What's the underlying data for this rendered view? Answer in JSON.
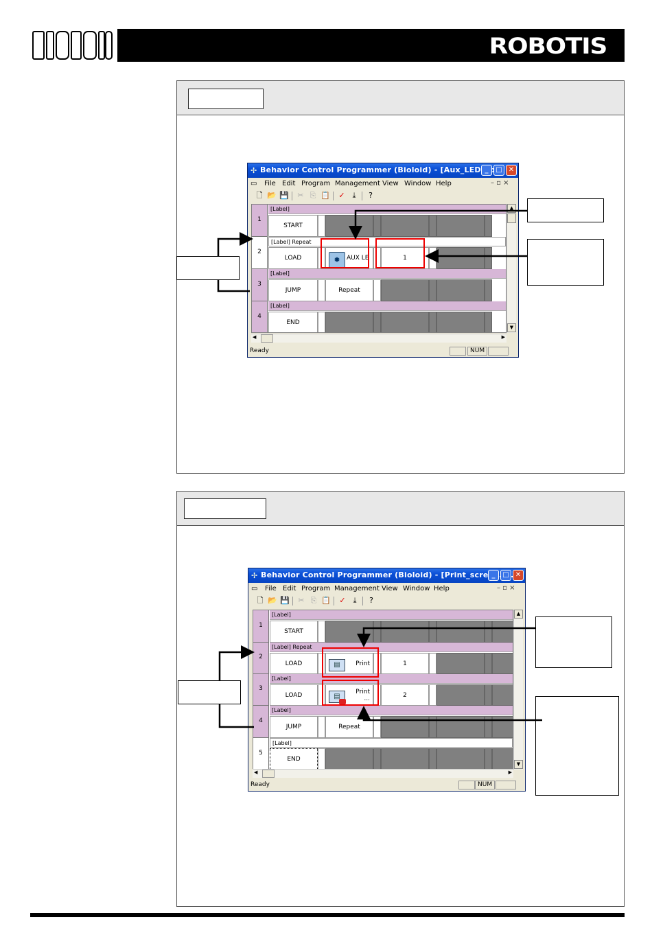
{
  "header": {
    "product_logo": "BIOLOID",
    "brand": "ROBOTIS"
  },
  "example1": {
    "window": {
      "title": "Behavior Control Programmer (Bioloid) - [Aux_LED.bpg]",
      "menu": [
        "File",
        "Edit",
        "Program",
        "Management",
        "View",
        "Window",
        "Help"
      ],
      "status": "Ready",
      "status_num": "NUM",
      "rows": [
        {
          "num": "1",
          "label": "[Label]",
          "command": "START"
        },
        {
          "num": "2",
          "label": "[Label]  Repeat",
          "command": "LOAD",
          "param1": "AUX LE",
          "param2": "1"
        },
        {
          "num": "3",
          "label": "[Label]",
          "command": "JUMP",
          "param1": "Repeat"
        },
        {
          "num": "4",
          "label": "[Label]",
          "command": "END"
        }
      ]
    }
  },
  "example2": {
    "window": {
      "title": "Behavior Control Programmer (Bioloid) - [Print_screen.b...",
      "menu": [
        "File",
        "Edit",
        "Program",
        "Management",
        "View",
        "Window",
        "Help"
      ],
      "status": "Ready",
      "status_num": "NUM",
      "rows": [
        {
          "num": "1",
          "label": "[Label]",
          "command": "START"
        },
        {
          "num": "2",
          "label": "[Label]  Repeat",
          "command": "LOAD",
          "param1": "Print",
          "param2": "1"
        },
        {
          "num": "3",
          "label": "[Label]",
          "command": "LOAD",
          "param1": "Print ...",
          "param2": "2"
        },
        {
          "num": "4",
          "label": "[Label]",
          "command": "JUMP",
          "param1": "Repeat"
        },
        {
          "num": "5",
          "label": "[Label]",
          "command": "END"
        }
      ]
    }
  },
  "colors": {
    "label_row": "#d7b7d7",
    "highlight": "#e00000",
    "title_bar": "#0a4fd6"
  }
}
